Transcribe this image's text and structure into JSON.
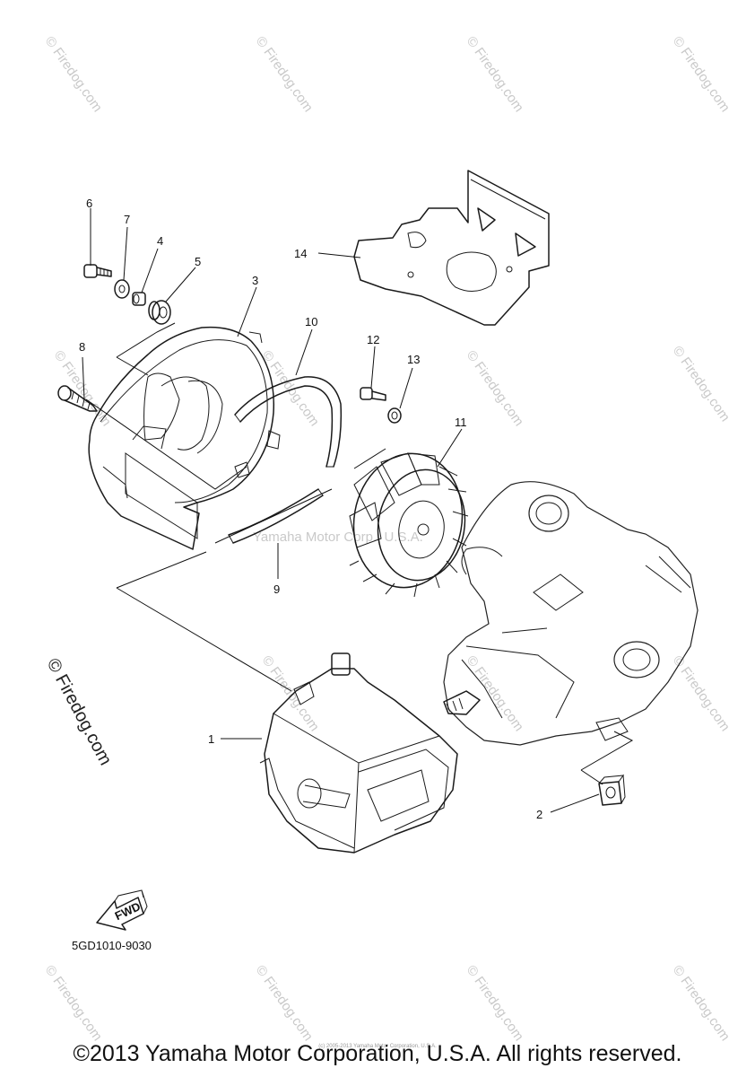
{
  "watermark": {
    "text": "© Firedog.com",
    "center_text": "Yamaha Motor Corp., U.S.A."
  },
  "callouts": [
    "1",
    "2",
    "3",
    "4",
    "5",
    "6",
    "7",
    "8",
    "9",
    "10",
    "11",
    "12",
    "13",
    "14"
  ],
  "fwd_label": "FWD",
  "diagram_code": "5GD1010-9030",
  "copyright": "©2013 Yamaha Motor Corporation, U.S.A. All rights reserved.",
  "tiny_copyright": "(c) 2005-2013 Yamaha Motor Corporation, U.S.A."
}
